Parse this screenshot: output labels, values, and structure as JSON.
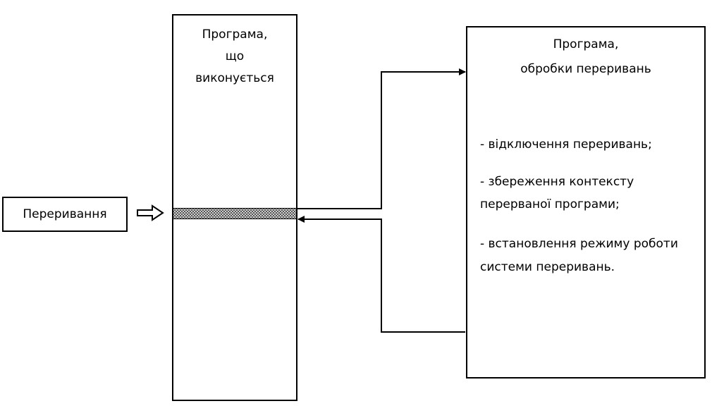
{
  "interrupt_label": "Переривання",
  "program": {
    "title_lines": [
      "Програма,",
      "що",
      "виконується"
    ]
  },
  "handler": {
    "title_lines": [
      "Програма,",
      "обробки переривань"
    ],
    "items": [
      [
        "- відключення переривань;"
      ],
      [
        "- збереження контексту",
        "перерваної програми;"
      ],
      [
        "- встановлення режиму роботи",
        "системи переривань."
      ]
    ]
  }
}
